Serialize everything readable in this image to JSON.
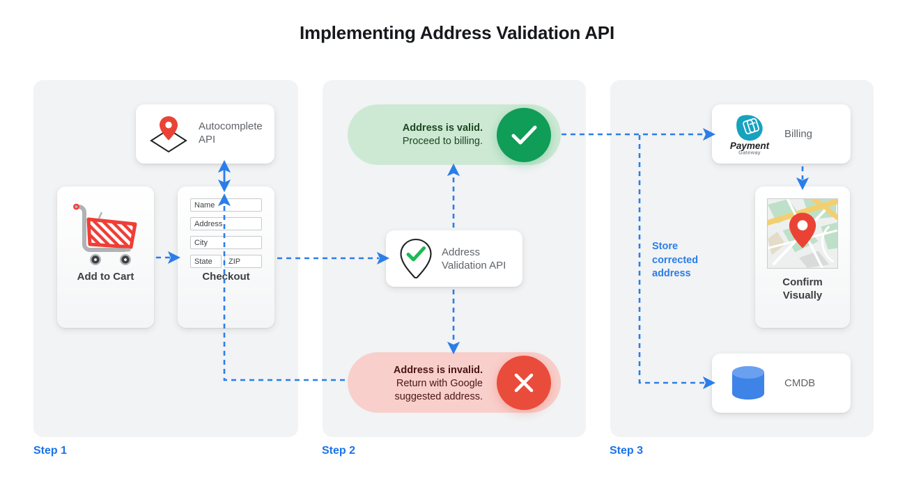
{
  "title": "Implementing Address Validation API",
  "accent": {
    "blue": "#1a73e8",
    "arrow_blue": "#2b7de9",
    "green": "#109d57",
    "green_pill": "#cde9d4",
    "red": "#ea4c3b",
    "red_pill": "#f8cfcb",
    "panel_gray": "#f1f3f4"
  },
  "steps": [
    {
      "label": "Step 1"
    },
    {
      "label": "Step 2"
    },
    {
      "label": "Step 3"
    }
  ],
  "step1": {
    "autocomplete": {
      "label": "Autocomplete API",
      "icon": "map-pin-diamond-icon"
    },
    "cart": {
      "caption": "Add to Cart",
      "icon": "shopping-cart-icon"
    },
    "checkout": {
      "caption": "Checkout",
      "fields": [
        {
          "name": "name",
          "value": "Name"
        },
        {
          "name": "address",
          "value": "Address"
        },
        {
          "name": "city",
          "value": "City"
        },
        {
          "name": "state",
          "value": "State"
        },
        {
          "name": "zip",
          "value": "ZIP"
        }
      ]
    }
  },
  "step2": {
    "valid": {
      "headline": "Address is valid.",
      "detail": "Proceed to billing.",
      "icon": "check-icon"
    },
    "invalid": {
      "headline": "Address is invalid.",
      "detail_line1": "Return with Google",
      "detail_line2": "suggested address.",
      "icon": "close-icon"
    },
    "validation_api": {
      "label_line1": "Address",
      "label_line2": "Validation API",
      "icon": "pin-check-icon"
    }
  },
  "step3": {
    "billing": {
      "label": "Billing",
      "logo_primary": "Payment",
      "logo_secondary": "Gateway",
      "icon": "payment-gateway-icon"
    },
    "confirm": {
      "caption_line1": "Confirm",
      "caption_line2": "Visually",
      "icon": "map-thumbnail-icon"
    },
    "cmdb": {
      "label": "CMDB",
      "icon": "database-cylinder-icon"
    },
    "annotation": "Store corrected address"
  }
}
